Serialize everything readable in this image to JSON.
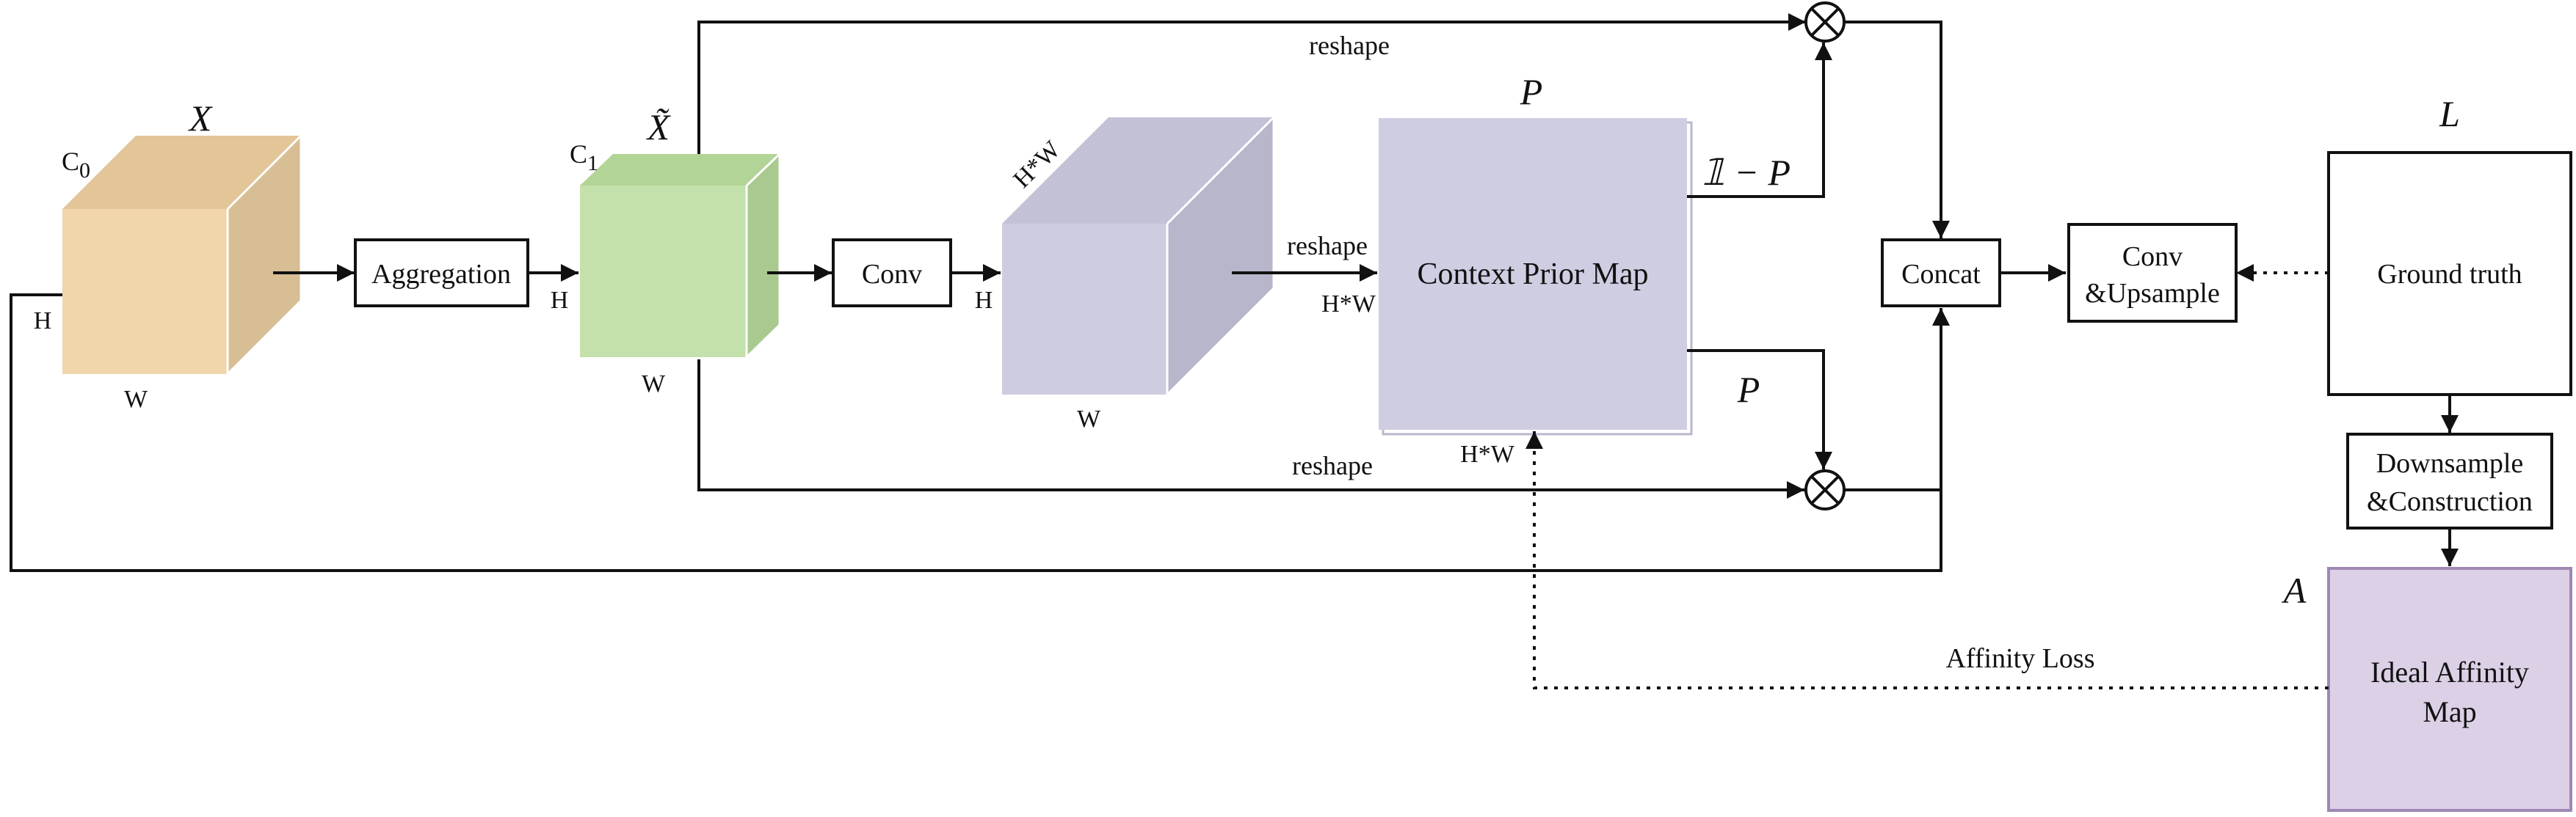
{
  "colors": {
    "x_cube_front": "#f0d6aa",
    "x_cube_top": "#e3c597",
    "x_cube_side": "#d8be95",
    "xt_cube_front": "#c5e1ab",
    "xt_cube_top": "#b2d496",
    "xt_cube_side": "#a9c98f",
    "p_cube_front": "#cecde0",
    "p_cube_top": "#c2c1d6",
    "p_cube_side": "#b7b6cb",
    "context_prior_fill": "#cfcde2",
    "ideal_affinity_fill": "#dcd0e6",
    "ideal_affinity_border": "#9f87b3"
  },
  "cube_x": {
    "title": "X",
    "channel": "C",
    "channel_sub": "0",
    "height": "H",
    "width": "W"
  },
  "cube_xt": {
    "title": "X̃",
    "channel": "C",
    "channel_sub": "1",
    "height": "H",
    "width": "W"
  },
  "cube_p": {
    "depth": "H*W",
    "height": "H",
    "width": "W"
  },
  "boxes": {
    "aggregation": "Aggregation",
    "conv": "Conv",
    "context_prior_map": "Context Prior Map",
    "context_prior_title": "P",
    "concat": "Concat",
    "conv_upsample_line1": "Conv",
    "conv_upsample_line2": "&Upsample",
    "ground_truth": "Ground truth",
    "ground_truth_title": "L",
    "downsample_line1": "Downsample",
    "downsample_line2": "&Construction",
    "ideal_affinity_line1": "Ideal Affinity",
    "ideal_affinity_line2": "Map",
    "ideal_affinity_title": "A"
  },
  "labels": {
    "reshape_top": "reshape",
    "reshape_mid": "reshape",
    "reshape_bottom": "reshape",
    "hw_left": "H*W",
    "hw_bottom": "H*W",
    "one_minus_p": "𝟙 − P",
    "p_lower": "P",
    "affinity_loss": "Affinity Loss"
  }
}
